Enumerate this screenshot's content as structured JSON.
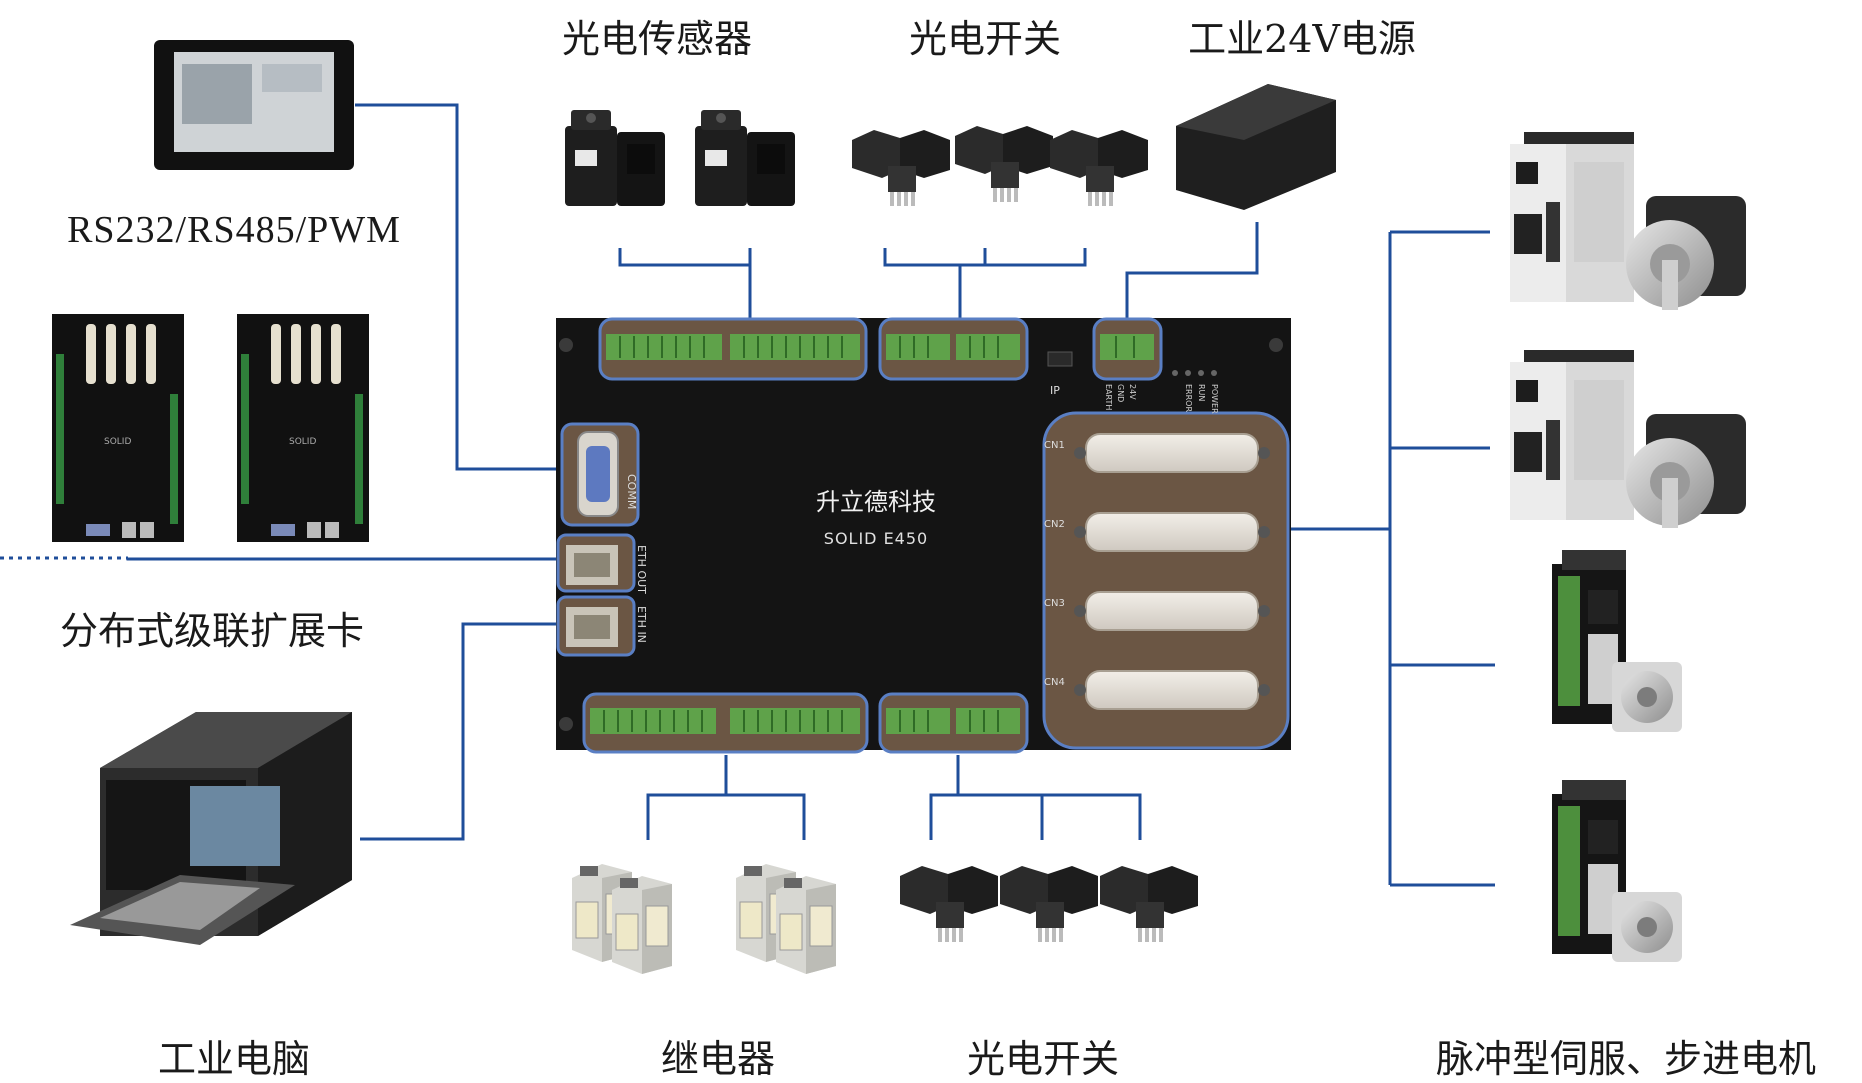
{
  "labels": {
    "photo_sensor": "光电传感器",
    "photo_switch_top": "光电开关",
    "power_supply": "工业24V电源",
    "comm": "RS232/RS485/PWM",
    "expansion": "分布式级联扩展卡",
    "industrial_pc": "工业电脑",
    "relay": "继电器",
    "photo_switch_bottom": "光电开关",
    "motors": "脉冲型伺服、步进电机"
  },
  "controller": {
    "brand": "升立德科技",
    "model": "SOLID E450",
    "ports": {
      "comm": "COMM",
      "eth_out": "ETH OUT",
      "eth_in": "ETH IN",
      "ip": "IP",
      "cn1": "CN1",
      "cn2": "CN2",
      "cn3": "CN3",
      "cn4": "CN4",
      "power": "POWER",
      "run": "RUN",
      "error": "ERROR",
      "v24": "24V",
      "gnd": "GND",
      "earth": "EARTH"
    }
  },
  "colors": {
    "wire": "#1f4e9a",
    "board": "#141414",
    "highlight_fill": "#6b5644",
    "highlight_border": "#5a7fc4",
    "terminal": "#5fa24a"
  }
}
